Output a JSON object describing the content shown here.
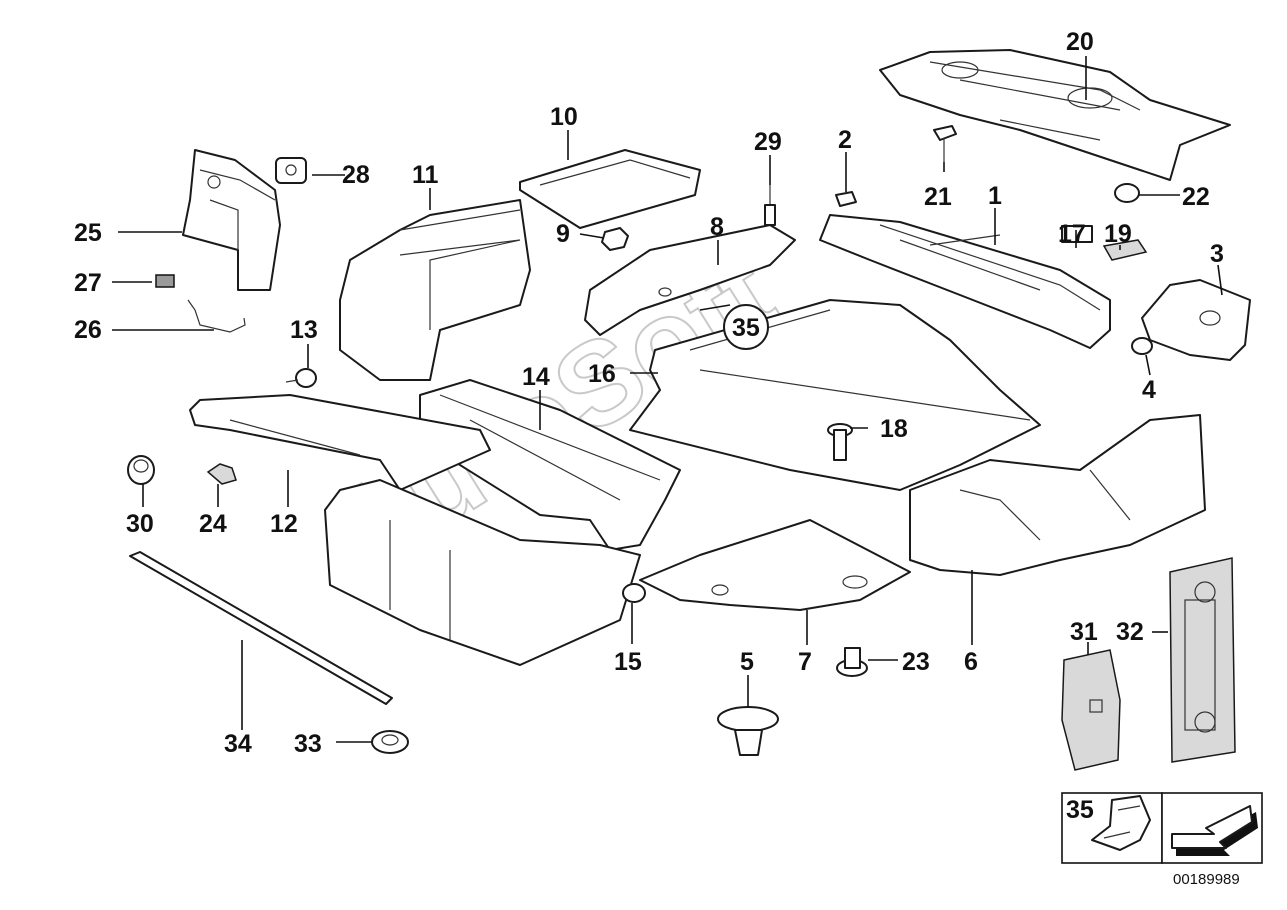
{
  "diagram": {
    "watermark": "AutoSoft",
    "document_number": "00189989",
    "callouts": {
      "c1": "1",
      "c2": "2",
      "c3": "3",
      "c4": "4",
      "c5": "5",
      "c6": "6",
      "c7": "7",
      "c8": "8",
      "c9": "9",
      "c10": "10",
      "c11": "11",
      "c12": "12",
      "c13": "13",
      "c14": "14",
      "c15": "15",
      "c16": "16",
      "c17": "17",
      "c18": "18",
      "c19": "19",
      "c20": "20",
      "c21": "21",
      "c22": "22",
      "c23": "23",
      "c24": "24",
      "c25": "25",
      "c26": "26",
      "c27": "27",
      "c28": "28",
      "c29": "29",
      "c30": "30",
      "c31": "31",
      "c32": "32",
      "c33": "33",
      "c34": "34",
      "c35": "35"
    },
    "legend": {
      "label": "35"
    }
  }
}
